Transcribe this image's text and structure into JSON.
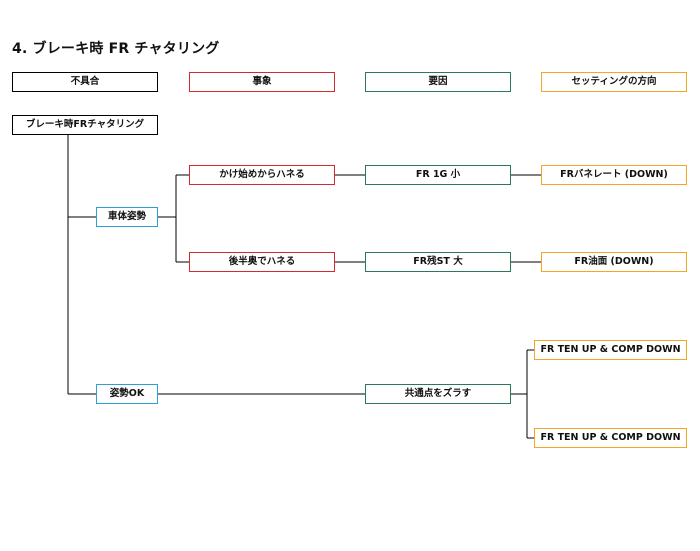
{
  "title": "4. ブレーキ時 FR チャタリング",
  "headers": {
    "fault": "不具合",
    "phenomenon": "事象",
    "cause": "要因",
    "setting": "セッティングの方向"
  },
  "colors": {
    "fault": "#000000",
    "phenomenon": "#d32a2f",
    "cause": "#2b7a55",
    "setting": "#f5a623",
    "branch": "#2d9fd6"
  },
  "tree": {
    "root": "ブレーキ時FRチャタリング",
    "branch1": {
      "label": "車体姿勢",
      "items": [
        {
          "phenomenon": "かけ始めからハネる",
          "cause": "FR 1G 小",
          "setting": "FRバネレート (DOWN)"
        },
        {
          "phenomenon": "後半奥でハネる",
          "cause": "FR残ST 大",
          "setting": "FR油面 (DOWN)"
        }
      ]
    },
    "branch2": {
      "label": "姿勢OK",
      "cause": "共通点をズラす",
      "settings": [
        "FR TEN UP & COMP DOWN",
        "FR TEN UP & COMP DOWN"
      ]
    }
  }
}
